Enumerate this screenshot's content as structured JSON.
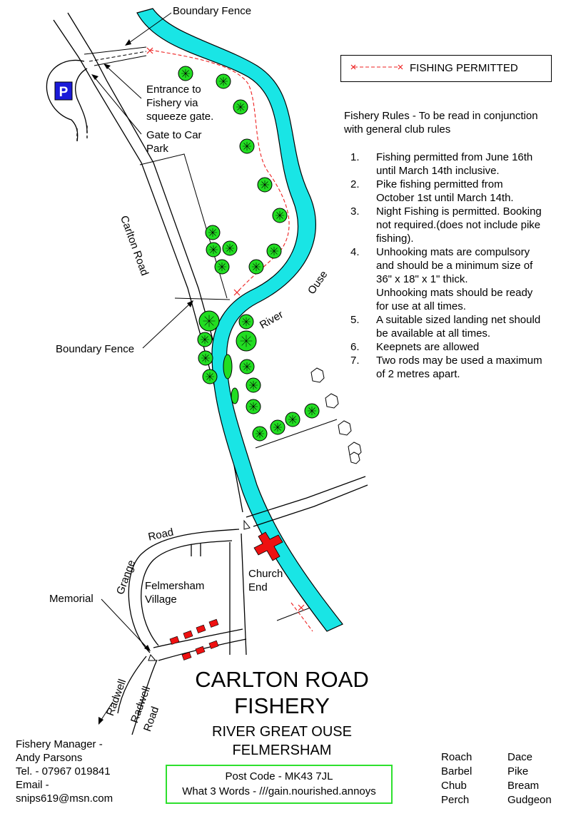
{
  "title": {
    "line1": "CARLTON ROAD",
    "line2": "FISHERY"
  },
  "subtitle": {
    "line1": "RIVER GREAT OUSE",
    "line2": "FELMERSHAM"
  },
  "legend": {
    "label": "FISHING PERMITTED",
    "line_color": "#ee2222"
  },
  "rules": {
    "heading_line1": "Fishery Rules - To be read in conjunction",
    "heading_line2": "with general club rules",
    "items": [
      {
        "num": "1.",
        "lines": [
          "Fishing permitted from June 16th",
          "until March 14th inclusive."
        ]
      },
      {
        "num": "2.",
        "lines": [
          "Pike fishing permitted from",
          "October 1st until March 14th."
        ]
      },
      {
        "num": "3.",
        "lines": [
          "Night Fishing is permitted. Booking",
          "not required.(does not include pike",
          "fishing)."
        ]
      },
      {
        "num": "4.",
        "lines": [
          "Unhooking mats are compulsory",
          "and should be a minimum size of",
          "36\" x 18\" x 1\" thick.",
          "Unhooking mats should be ready",
          "for use at all times."
        ]
      },
      {
        "num": "5.",
        "lines": [
          "A suitable sized landing net should",
          "be available at all times."
        ]
      },
      {
        "num": "6.",
        "lines": [
          "Keepnets are allowed"
        ]
      },
      {
        "num": "7.",
        "lines": [
          "Two rods may be used a maximum",
          "of 2 metres apart."
        ]
      }
    ]
  },
  "labels": {
    "boundary_fence_top": "Boundary Fence",
    "entrance_1": "Entrance to",
    "entrance_2": "Fishery via",
    "entrance_3": "squeeze gate.",
    "gate_1": "Gate to Car",
    "gate_2": "Park",
    "parking": "P",
    "carlton_road": "Carlton Road",
    "boundary_fence_mid": "Boundary Fence",
    "river": "River",
    "ouse": "Ouse",
    "grange": "Grange",
    "road": "Road",
    "felmersham_1": "Felmersham",
    "felmersham_2": "Village",
    "church_1": "Church",
    "church_2": "End",
    "memorial": "Memorial",
    "radwell": "Radwell",
    "radwell_road_1": "Radwell",
    "radwell_road_2": "Road"
  },
  "post_code": "Post Code - MK43 7JL",
  "what3words": "What 3 Words - ///gain.nourished.annoys",
  "manager": {
    "line1": "Fishery Manager -",
    "line2": "Andy Parsons",
    "line3": "Tel. - 07967 019841",
    "line4": "Email -",
    "line5": "snips619@msn.com"
  },
  "fish_species": {
    "col1": [
      "Roach",
      "Barbel",
      "Chub",
      "Perch"
    ],
    "col2": [
      "Dace",
      "Pike",
      "Bream",
      "Gudgeon"
    ]
  },
  "colors": {
    "river": "#19e5e5",
    "tree": "#22dd22",
    "building": "#ee1111",
    "parking": "#1a1ad8",
    "postbox_border": "#2ee02e"
  }
}
